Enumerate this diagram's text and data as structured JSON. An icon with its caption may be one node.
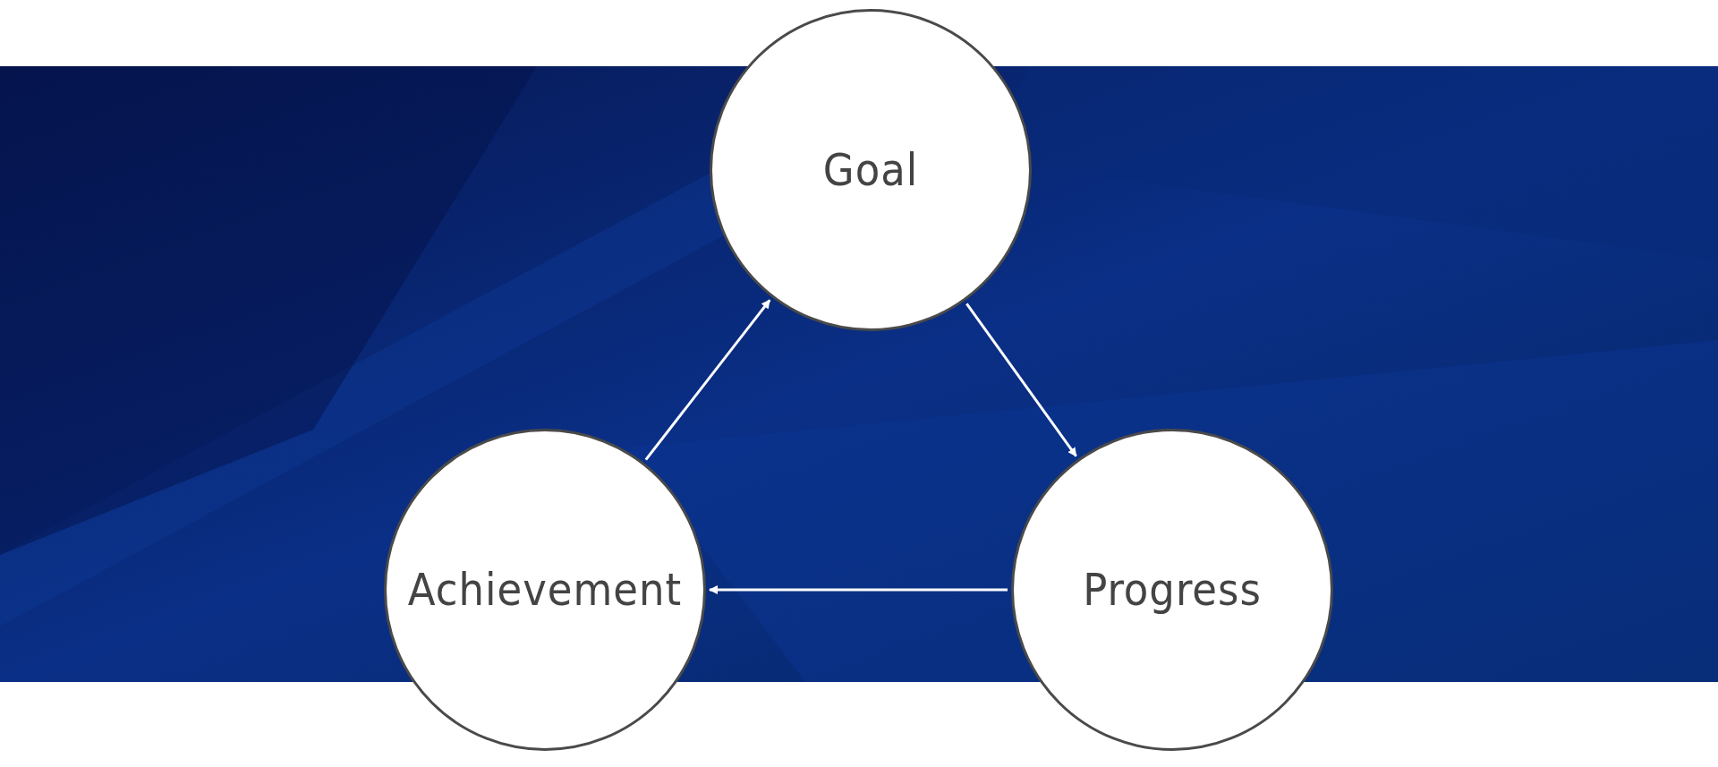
{
  "diagram": {
    "nodes": [
      {
        "text": [
          "Goal"
        ]
      },
      {
        "text": [
          "Achievement"
        ]
      },
      {
        "text": [
          "Progress"
        ]
      }
    ],
    "edges": [
      {
        "from": 1,
        "to": 0,
        "arrow": "to"
      },
      {
        "from": 0,
        "to": 2,
        "arrow": "to"
      },
      {
        "from": 2,
        "to": 1,
        "arrow": "to"
      }
    ]
  }
}
